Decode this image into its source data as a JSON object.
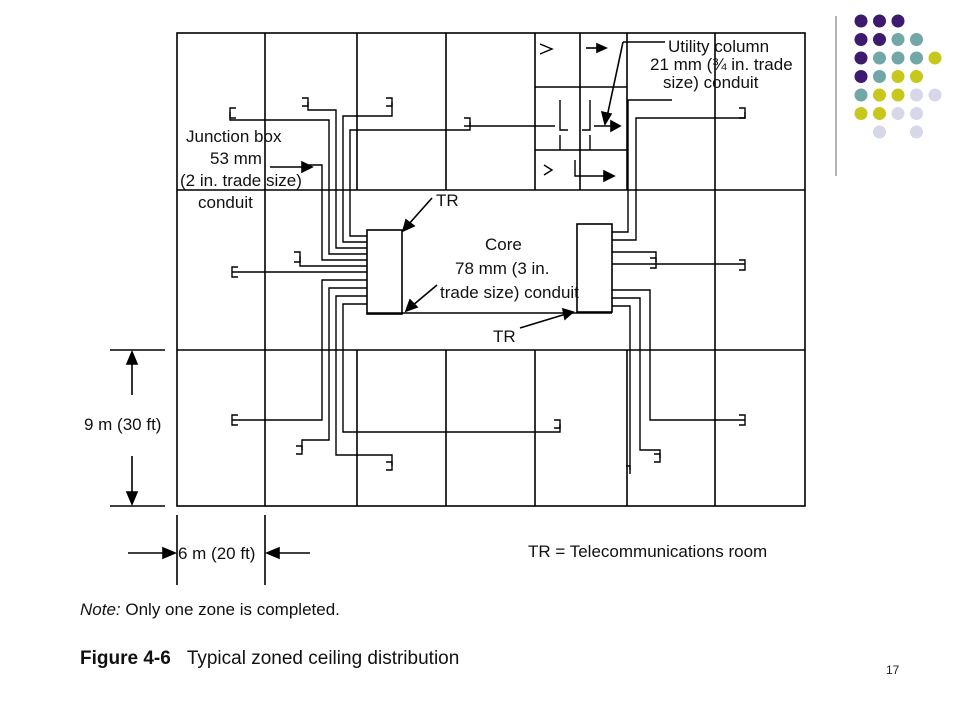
{
  "labels": {
    "utility_1": "Utility column",
    "utility_2": "21 mm (¾ in. trade",
    "utility_3": "size) conduit",
    "junction_1": "Junction box",
    "junction_2": "53 mm",
    "junction_3": "(2 in. trade size)",
    "junction_4": "conduit",
    "tr_top": "TR",
    "core_1": "Core",
    "core_2": "78 mm (3 in.",
    "core_3": "trade size) conduit",
    "tr_bottom": "TR",
    "dim_height": "9 m (30 ft)",
    "dim_width": "6 m (20 ft)",
    "legend": "TR = Telecommunications room"
  },
  "note": {
    "prefix": "Note:",
    "text": " Only one zone is completed."
  },
  "figure": {
    "number": "Figure 4-6",
    "title": "Typical zoned ceiling distribution"
  },
  "page_number": "17",
  "colors": {
    "purple": "#3d1a6e",
    "teal": "#72a7a7",
    "olive": "#c8c81c",
    "lavender": "#d7d7ea"
  }
}
